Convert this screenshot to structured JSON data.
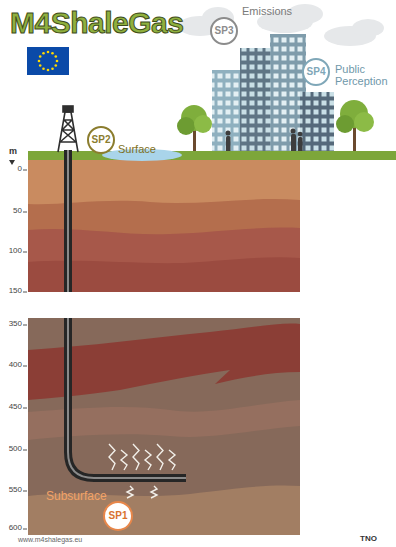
{
  "diagram": {
    "title": "M4ShaleGas",
    "nodes": [
      {
        "text": [
          "SP3",
          "Emissions"
        ]
      },
      {
        "text": [
          "SP4",
          "Public Perception"
        ]
      },
      {
        "text": [
          "SP2",
          "Surface"
        ]
      },
      {
        "text": [
          "Subsurface",
          "SP1"
        ]
      }
    ],
    "labels": [
      "m",
      "0",
      "50",
      "100",
      "150",
      "350",
      "400",
      "450",
      "500",
      "550",
      "600",
      "www.m4shalegas.eu",
      "TNO"
    ]
  }
}
